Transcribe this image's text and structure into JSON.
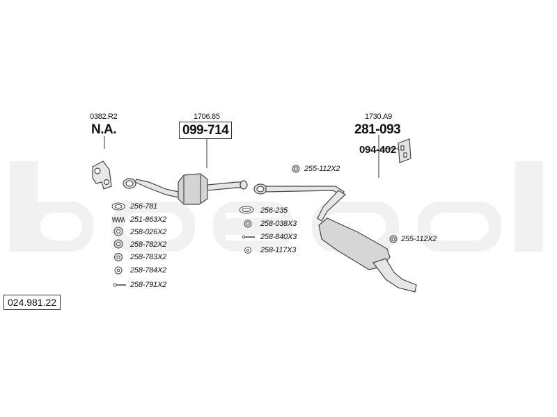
{
  "diagram": {
    "catalog_ref": "024.981.22",
    "watermark": "bosal",
    "components": {
      "manifold": {
        "code": "0382.R2",
        "number": "N.A."
      },
      "catalyst": {
        "code": "1706.85",
        "number": "099-714"
      },
      "silencer": {
        "code": "1730.A9",
        "number": "281-093"
      },
      "hanger": {
        "number": "094-402"
      }
    },
    "parts_left": [
      {
        "label": "256-781",
        "icon": "gasket-ring-icon"
      },
      {
        "label": "251-863X2",
        "icon": "spring-icon"
      },
      {
        "label": "258-026X2",
        "icon": "nut-icon"
      },
      {
        "label": "258-782X2",
        "icon": "nut-icon"
      },
      {
        "label": "258-783X2",
        "icon": "washer-icon"
      },
      {
        "label": "258-784X2",
        "icon": "washer-icon"
      },
      {
        "label": "258-791X2",
        "icon": "bolt-icon"
      }
    ],
    "parts_middle": [
      {
        "label": "256-235",
        "icon": "gasket-ring-icon"
      },
      {
        "label": "258-038X3",
        "icon": "nut-icon"
      },
      {
        "label": "258-840X3",
        "icon": "bolt-icon"
      },
      {
        "label": "258-117X3",
        "icon": "washer-icon"
      }
    ],
    "rubbers": [
      {
        "label": "255-112X2",
        "icon": "rubber-mount-icon"
      },
      {
        "label": "255-112X2",
        "icon": "rubber-mount-icon"
      }
    ]
  }
}
